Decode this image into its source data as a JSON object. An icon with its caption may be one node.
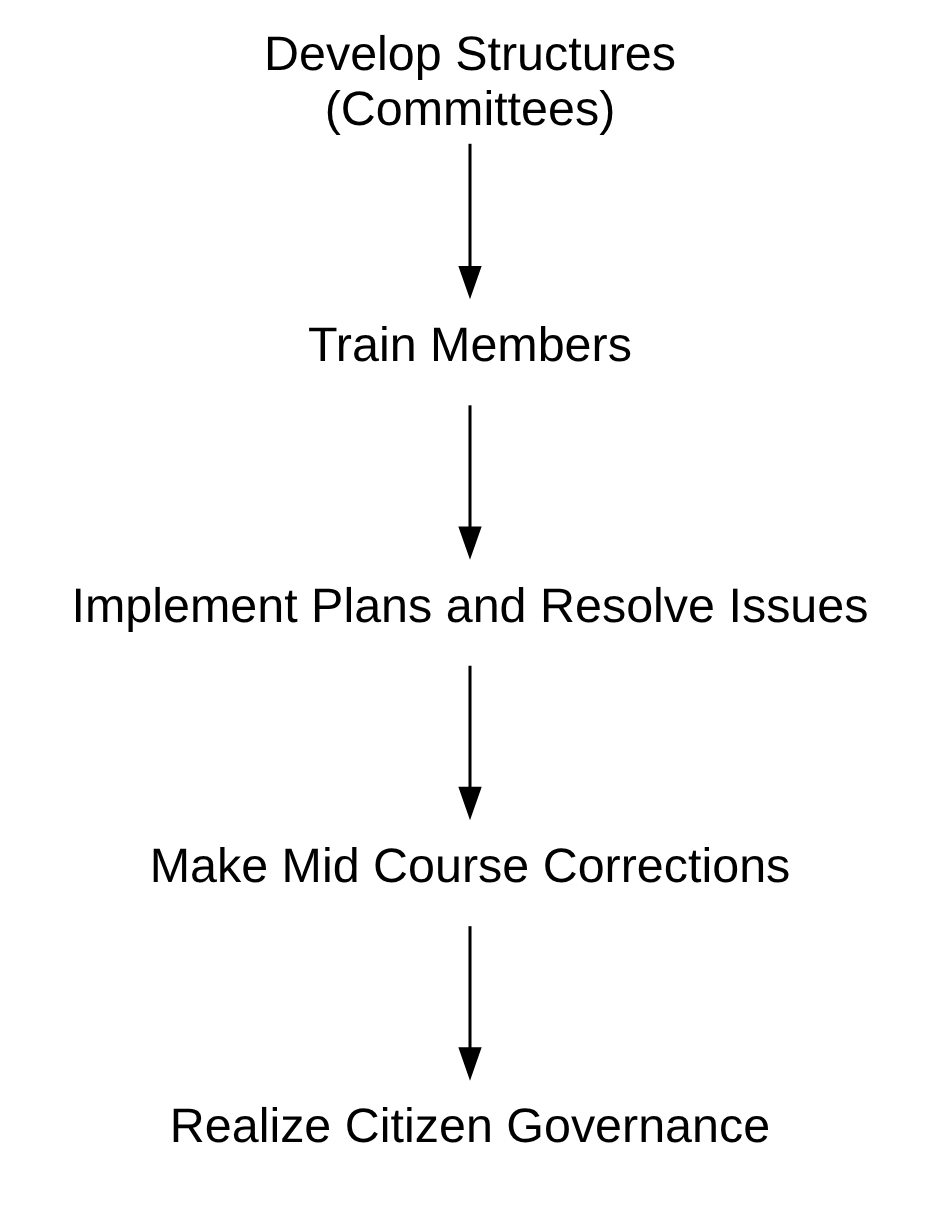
{
  "diagram": {
    "nodes": [
      {
        "text": [
          "Develop Structures (Committees)"
        ]
      },
      {
        "text": [
          "Train Members"
        ]
      },
      {
        "text": [
          "Implement Plans and Resolve Issues"
        ]
      },
      {
        "text": [
          "Make Mid Course Corrections"
        ]
      },
      {
        "text": [
          "Realize Citizen Governance"
        ]
      }
    ],
    "edges": [
      {
        "from": 0,
        "to": 1,
        "arrow": "to"
      },
      {
        "from": 1,
        "to": 2,
        "arrow": "to"
      },
      {
        "from": 2,
        "to": 3,
        "arrow": "to"
      },
      {
        "from": 3,
        "to": 4,
        "arrow": "to"
      }
    ]
  }
}
